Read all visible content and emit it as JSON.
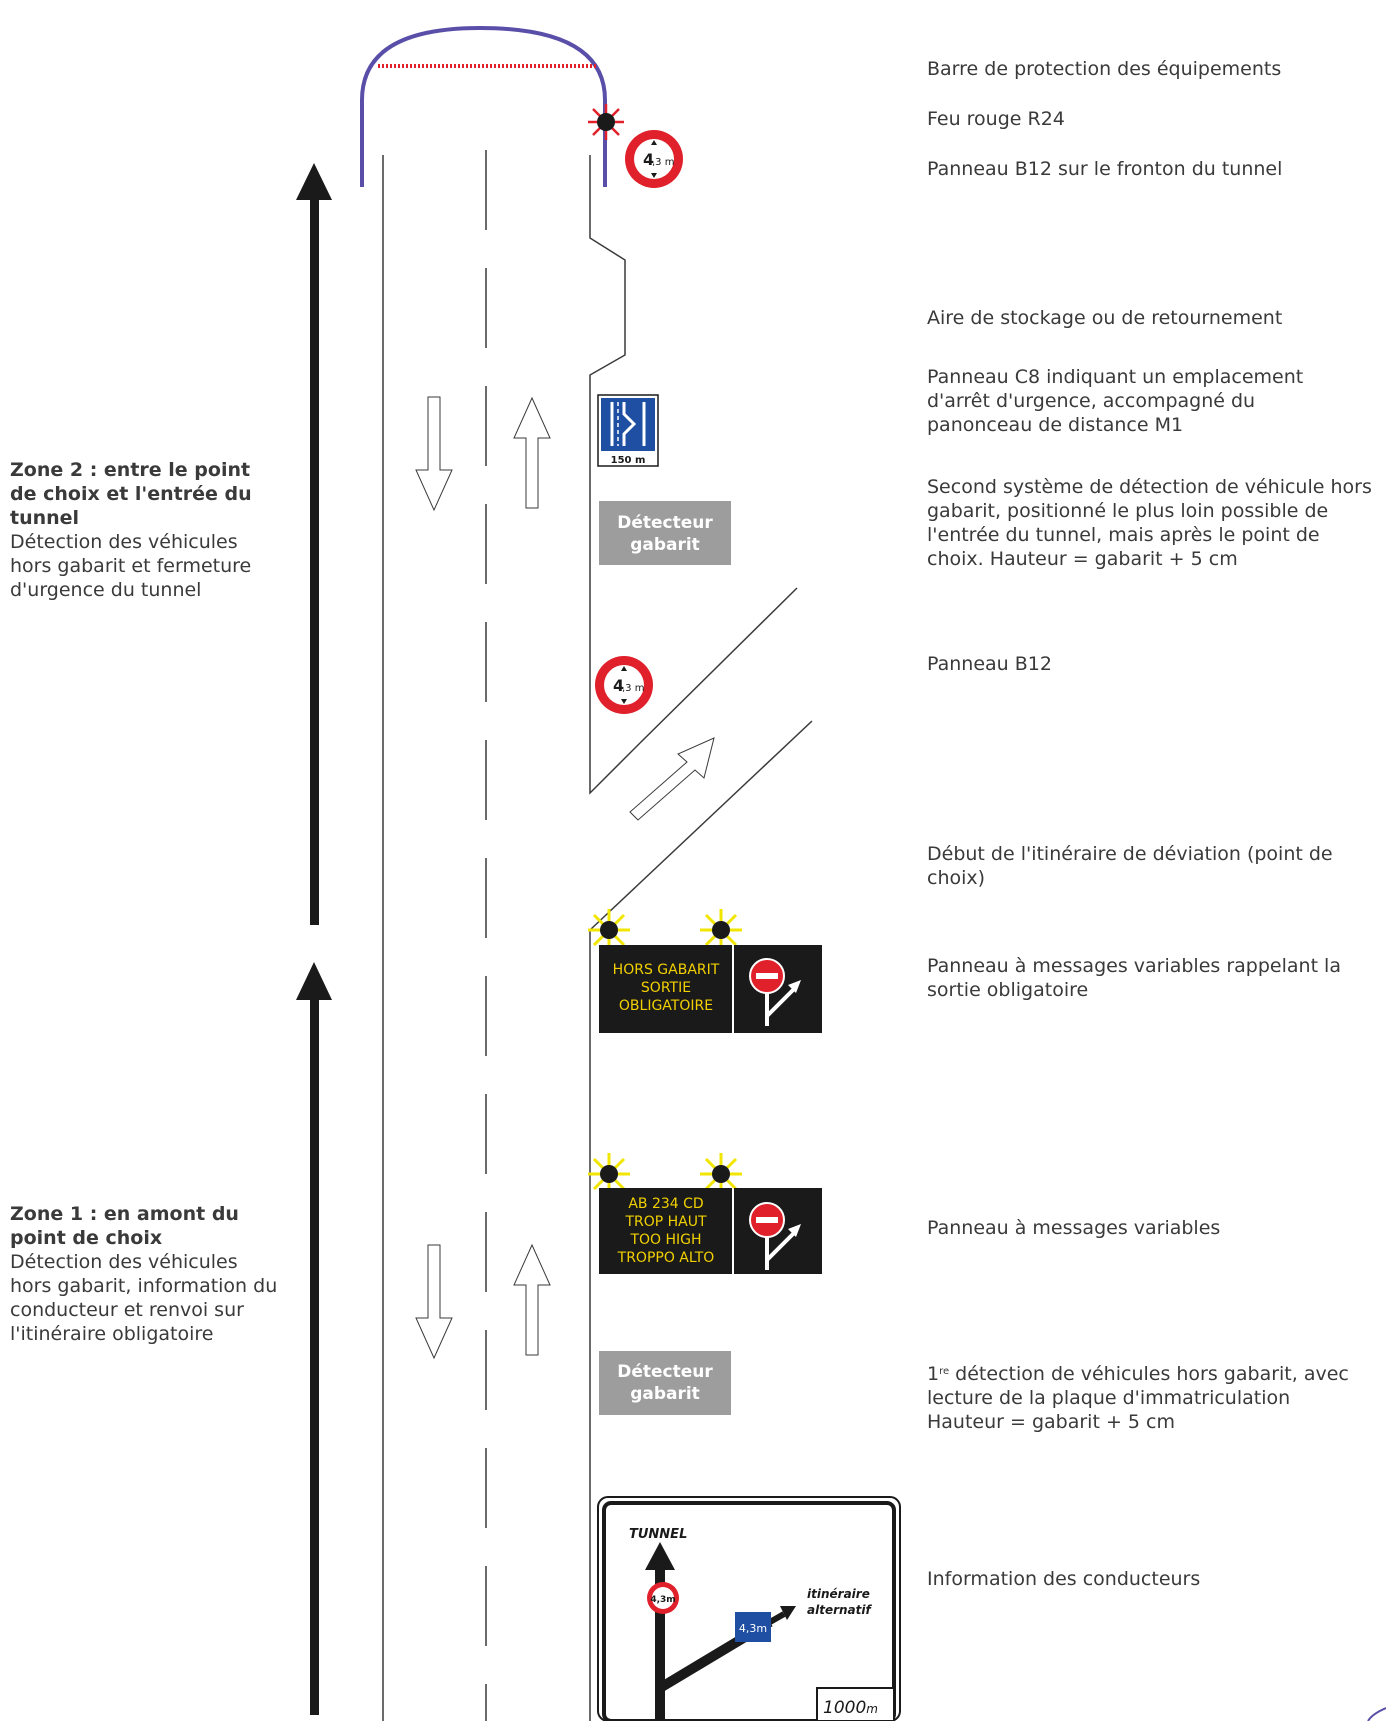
{
  "zones": {
    "zone2": {
      "title": "Zone 2 : entre le point de choix et l'entrée du tunnel",
      "text": "Détection des véhicules hors gabarit et fermeture d'urgence du tunnel"
    },
    "zone1": {
      "title": "Zone 1 : en amont du point de choix",
      "text": "Détection des véhicules hors gabarit, information du conducteur et renvoi sur l'itinéraire obligatoire"
    }
  },
  "descriptions": {
    "barre": "Barre de protection des équipements",
    "feu": "Feu rouge R24",
    "b12_fronton": "Panneau B12 sur le fronton du tunnel",
    "aire": "Aire de stockage ou de retournement",
    "c8": "Panneau C8 indiquant un emplacement d'arrêt d'urgence, accompagné du panonceau de distance M1",
    "second_detection": "Second système de détection de véhicule hors gabarit, positionné le plus loin possible de l'entrée du tunnel, mais après le point de choix. Hauteur = gabarit + 5 cm",
    "b12": "Panneau B12",
    "debut": "Début de l'itinéraire de déviation (point de choix)",
    "pmv_sortie": "Panneau à messages variables rappelant la sortie obligatoire",
    "pmv": "Panneau à messages variables",
    "first_detection_num": "1",
    "first_detection_sup": "re",
    "first_detection_text": " détection de véhicules hors gabarit, avec lecture de la plaque d'immatriculation",
    "first_detection_height": "Hauteur = gabarit + 5 cm",
    "info": "Information des conducteurs"
  },
  "signs": {
    "b12_top": {
      "value": "4",
      "unit": ",3 m"
    },
    "b12_mid": {
      "value": "4",
      "unit": ",3 m"
    },
    "c8_distance": "150 m",
    "detector_upper": [
      "Détecteur",
      "gabarit"
    ],
    "detector_lower": [
      "Détecteur",
      "gabarit"
    ],
    "pmv_upper": [
      "HORS GABARIT",
      "SORTIE",
      "OBLIGATOIRE"
    ],
    "pmv_lower": [
      "AB 234 CD",
      "TROP HAUT",
      "TOO HIGH",
      "TROPPO ALTO"
    ],
    "info_panel": {
      "tunnel": "TUNNEL",
      "b12": "4,3m",
      "route_height": "4,3m",
      "alt_line1": "itinéraire",
      "alt_line2": "alternatif",
      "distance": "1000",
      "distance_unit": "m"
    }
  },
  "colors": {
    "tunnel_outline": "#5a4fa8",
    "barrier": "#e0202a",
    "sign_red": "#e0202a",
    "sign_blue": "#1f4fa3",
    "pmv_text": "#f2d000",
    "flash_yellow": "#f2e600",
    "detector_grey": "#9d9d9d",
    "road_line": "#3a3a3a"
  }
}
